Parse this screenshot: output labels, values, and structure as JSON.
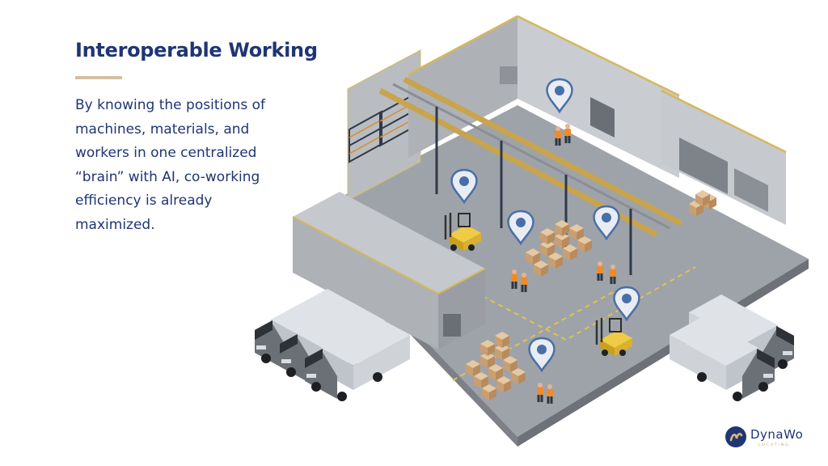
{
  "slide": {
    "title": "Interoperable Working",
    "body_lines": [
      "By knowing the positions of",
      "machines, materials, and",
      "workers in one centralized",
      "“brain” with AI, co-working",
      "efficiency is already",
      "maximized."
    ]
  },
  "logo": {
    "name": "DynaWo",
    "tagline": "LOCATING"
  },
  "icons": [
    "location-pin-icon",
    "forklift-icon",
    "truck-icon",
    "worker-icon",
    "box-stack-icon"
  ],
  "colors": {
    "title": "#1f3574",
    "accent": "#d4bfa3",
    "pin": "#4a6fa8",
    "forklift": "#e8c13a",
    "floor": "#9a9ea3",
    "box": "#d2ae85"
  }
}
